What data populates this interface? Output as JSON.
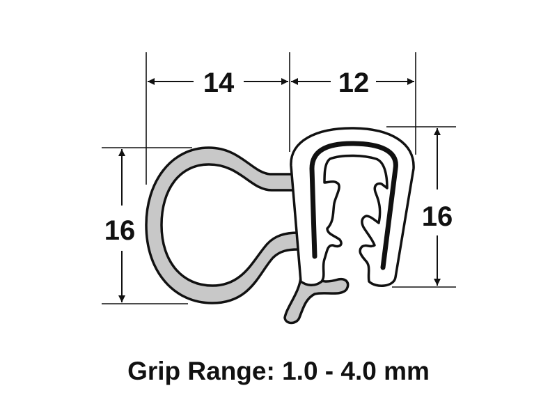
{
  "dimensions": {
    "width_left": "14",
    "width_right": "12",
    "height_left": "16",
    "height_right": "16"
  },
  "caption": "Grip Range: 1.0 - 4.0 mm",
  "colors": {
    "bulb_fill": "#c8c8c8",
    "outline": "#111111",
    "clip_fill": "#ffffff"
  }
}
